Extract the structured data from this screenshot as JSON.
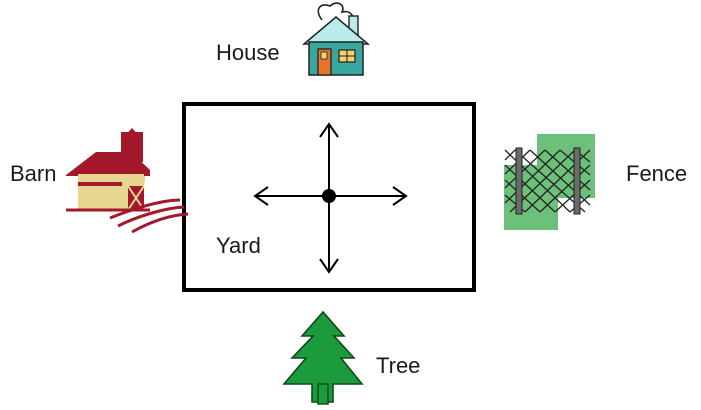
{
  "diagram": {
    "center_label": "Yard",
    "items": {
      "house": {
        "label": "House",
        "icon": "house-icon"
      },
      "barn": {
        "label": "Barn",
        "icon": "barn-icon"
      },
      "fence": {
        "label": "Fence",
        "icon": "fence-icon"
      },
      "tree": {
        "label": "Tree",
        "icon": "tree-icon"
      }
    },
    "colors": {
      "outline": "#000000",
      "house_wall": "#3aa6a0",
      "house_door": "#e8742a",
      "barn_red": "#a3192b",
      "barn_cream": "#e6d68f",
      "fence_green": "#6cc07a",
      "tree_green": "#1c9b3c"
    }
  }
}
